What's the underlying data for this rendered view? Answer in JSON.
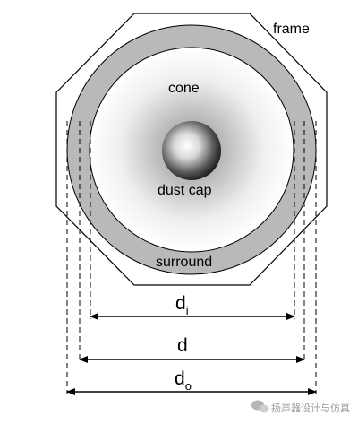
{
  "labels": {
    "frame": "frame",
    "cone": "cone",
    "dust_cap": "dust cap",
    "surround": "surround"
  },
  "dimensions": {
    "d_inner_main": "d",
    "d_inner_sub": "i",
    "d_main": "d",
    "d_outer_main": "d",
    "d_outer_sub": "o"
  },
  "watermark": {
    "text": "扬声器设计与仿真",
    "icon": "wechat-icon"
  },
  "colors": {
    "surround": "#b9b9b9",
    "outline": "#000000",
    "cone_center": "#ffffff",
    "cone_edge": "#e8e8e8"
  }
}
